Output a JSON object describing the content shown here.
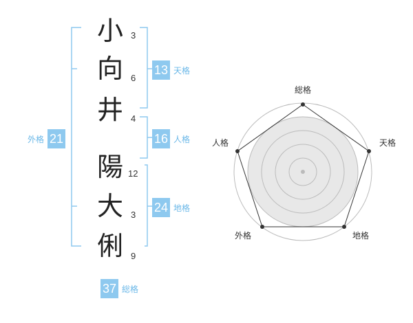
{
  "name": {
    "chars": [
      {
        "char": "小",
        "strokes": "3"
      },
      {
        "char": "向",
        "strokes": "6"
      },
      {
        "char": "井",
        "strokes": "4"
      },
      {
        "char": "陽",
        "strokes": "12"
      },
      {
        "char": "大",
        "strokes": "3"
      },
      {
        "char": "俐",
        "strokes": "9"
      }
    ]
  },
  "kaku": {
    "tenkaku": {
      "value": "13",
      "label": "天格"
    },
    "jinkaku": {
      "value": "16",
      "label": "人格"
    },
    "chikaku": {
      "value": "24",
      "label": "地格"
    },
    "gaikaku": {
      "value": "21",
      "label": "外格"
    },
    "soukaku": {
      "value": "37",
      "label": "総格"
    }
  },
  "radar": {
    "labels": {
      "top": "総格",
      "right": "天格",
      "bottom_right": "地格",
      "bottom_left": "外格",
      "left": "人格"
    },
    "colors": {
      "bracket": "#8ec9ef",
      "grid": "#bbbbbb",
      "fill": "#e8e8e8",
      "line": "#333333"
    }
  }
}
